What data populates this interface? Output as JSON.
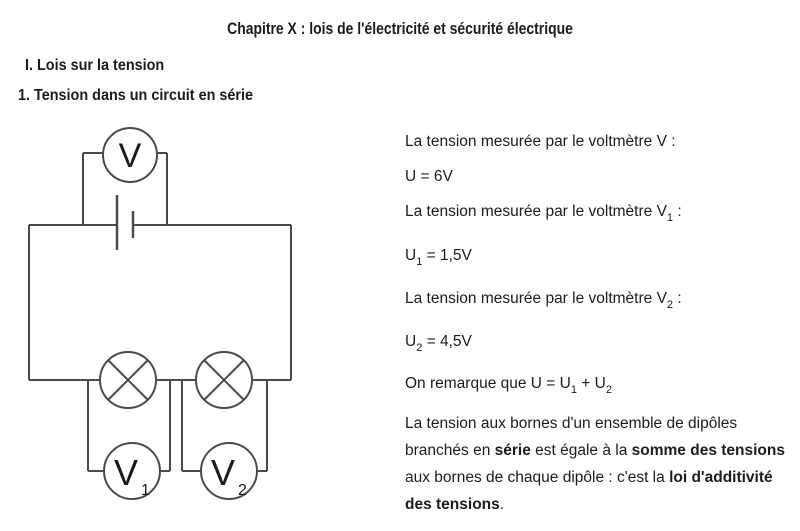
{
  "header": {
    "title": "Chapitre X : lois de l'électricité et sécurité électrique",
    "section": "I. Lois sur la tension",
    "subsection": "1. Tension dans un circuit en série"
  },
  "colors": {
    "wire": "#4a4a4a",
    "diagram_text": "#1a1a1a"
  },
  "diagram": {
    "wire_color": "#4a4a4a",
    "voltmeter_v": {
      "label": "V"
    },
    "voltmeter_1": {
      "label": "V",
      "sub": "1"
    },
    "voltmeter_2": {
      "label": "V",
      "sub": "2"
    }
  },
  "notes": {
    "line_v": "La tension mesurée par le voltmètre V :",
    "value_u": "U = 6V",
    "line_v1": {
      "pre": "La tension mesurée par le voltmètre V",
      "sub": "1",
      "post": " :"
    },
    "value_u1": {
      "pre": "U",
      "sub": "1",
      "post": " = 1,5V"
    },
    "line_v2": {
      "pre": "La tension mesurée par le voltmètre V",
      "sub": "2",
      "post": " :"
    },
    "value_u2": {
      "pre": "U",
      "sub": "2",
      "post": " = 4,5V"
    },
    "remark": {
      "pre": "On remarque que U = U",
      "sub1": "1",
      "mid": " + U",
      "sub2": "2"
    },
    "conclusion": {
      "segments": [
        {
          "text": "La tension aux bornes d'un ensemble de dipôles branchés en ",
          "bold": false
        },
        {
          "text": "série",
          "bold": true
        },
        {
          "text": " est égale à la ",
          "bold": false
        },
        {
          "text": "somme des tensions",
          "bold": true
        },
        {
          "text": " aux bornes de chaque dipôle : c'est la ",
          "bold": false
        },
        {
          "text": "loi d'additivité des tensions",
          "bold": true
        },
        {
          "text": ".",
          "bold": false
        }
      ]
    }
  }
}
